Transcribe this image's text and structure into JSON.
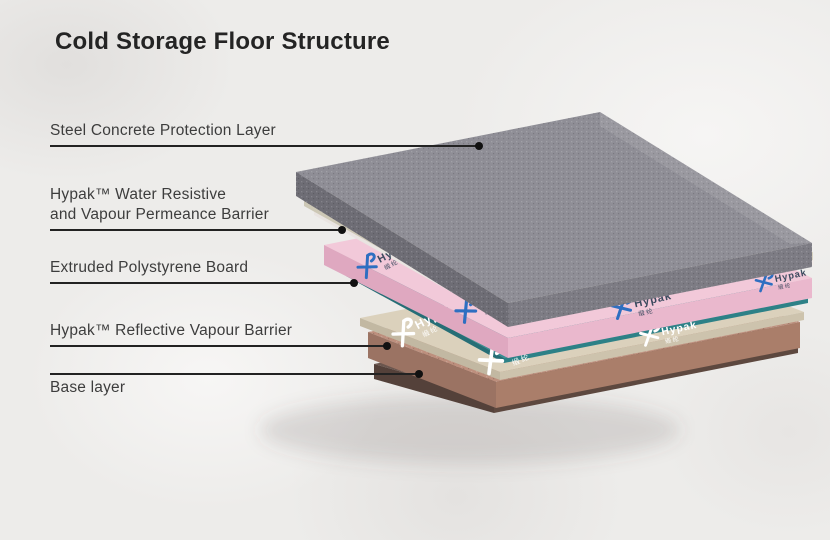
{
  "title": "Cold Storage Floor Structure",
  "labels": [
    {
      "id": "steel",
      "text": "Steel Concrete Protection Layer"
    },
    {
      "id": "water",
      "text": "Hypak™ Water Resistive",
      "text2": "and Vapour Permeance Barrier"
    },
    {
      "id": "xps",
      "text": "Extruded Polystyrene Board"
    },
    {
      "id": "reflective",
      "text": "Hypak™ Reflective Vapour Barrier"
    },
    {
      "id": "base",
      "text": "Base layer"
    }
  ],
  "brand": {
    "name": "Hypak",
    "cjk": "缎纶"
  },
  "layers": [
    {
      "id": "steel-concrete-slab",
      "top": "#8f8e96",
      "face_left": "#6e6d75",
      "face_right": "#7d7c84"
    },
    {
      "id": "levelling-screed",
      "top": "#eae6d8",
      "face_left": "#cdc8b6",
      "face_right": "#d9d4c2"
    },
    {
      "id": "water-resistive-barrier",
      "top": "#f6f0ef",
      "face_left": "#e9e4e1",
      "face_right": "#f1ece9"
    },
    {
      "id": "extruded-polystyrene-board",
      "top": "#f2c9d9",
      "face_left": "#dfa8c0",
      "face_right": "#eab8cd"
    },
    {
      "id": "reflective-vapour-barrier",
      "top": "#338e93",
      "face_left": "#266e76",
      "face_right": "#2d8187"
    },
    {
      "id": "sand-blinding",
      "top": "#dbd1bc",
      "face_left": "#c2b8a2",
      "face_right": "#cdc3ad"
    },
    {
      "id": "base-layer",
      "top": "#bd8f7d",
      "face_left": "#9b7363",
      "face_right": "#aa7e6a"
    },
    {
      "id": "bottom-edge",
      "top": "#6b564e",
      "face_left": "#54413a",
      "face_right": "#5d483f"
    }
  ],
  "colors": {
    "background": "#edecea",
    "title_text": "#242424",
    "label_text": "#3d3d3d",
    "leader_line": "#1f1f1f",
    "logo_blue_mark": "#2e6fc1",
    "logo_blue_text": "#3b4a5e",
    "logo_white": "#ffffff"
  }
}
